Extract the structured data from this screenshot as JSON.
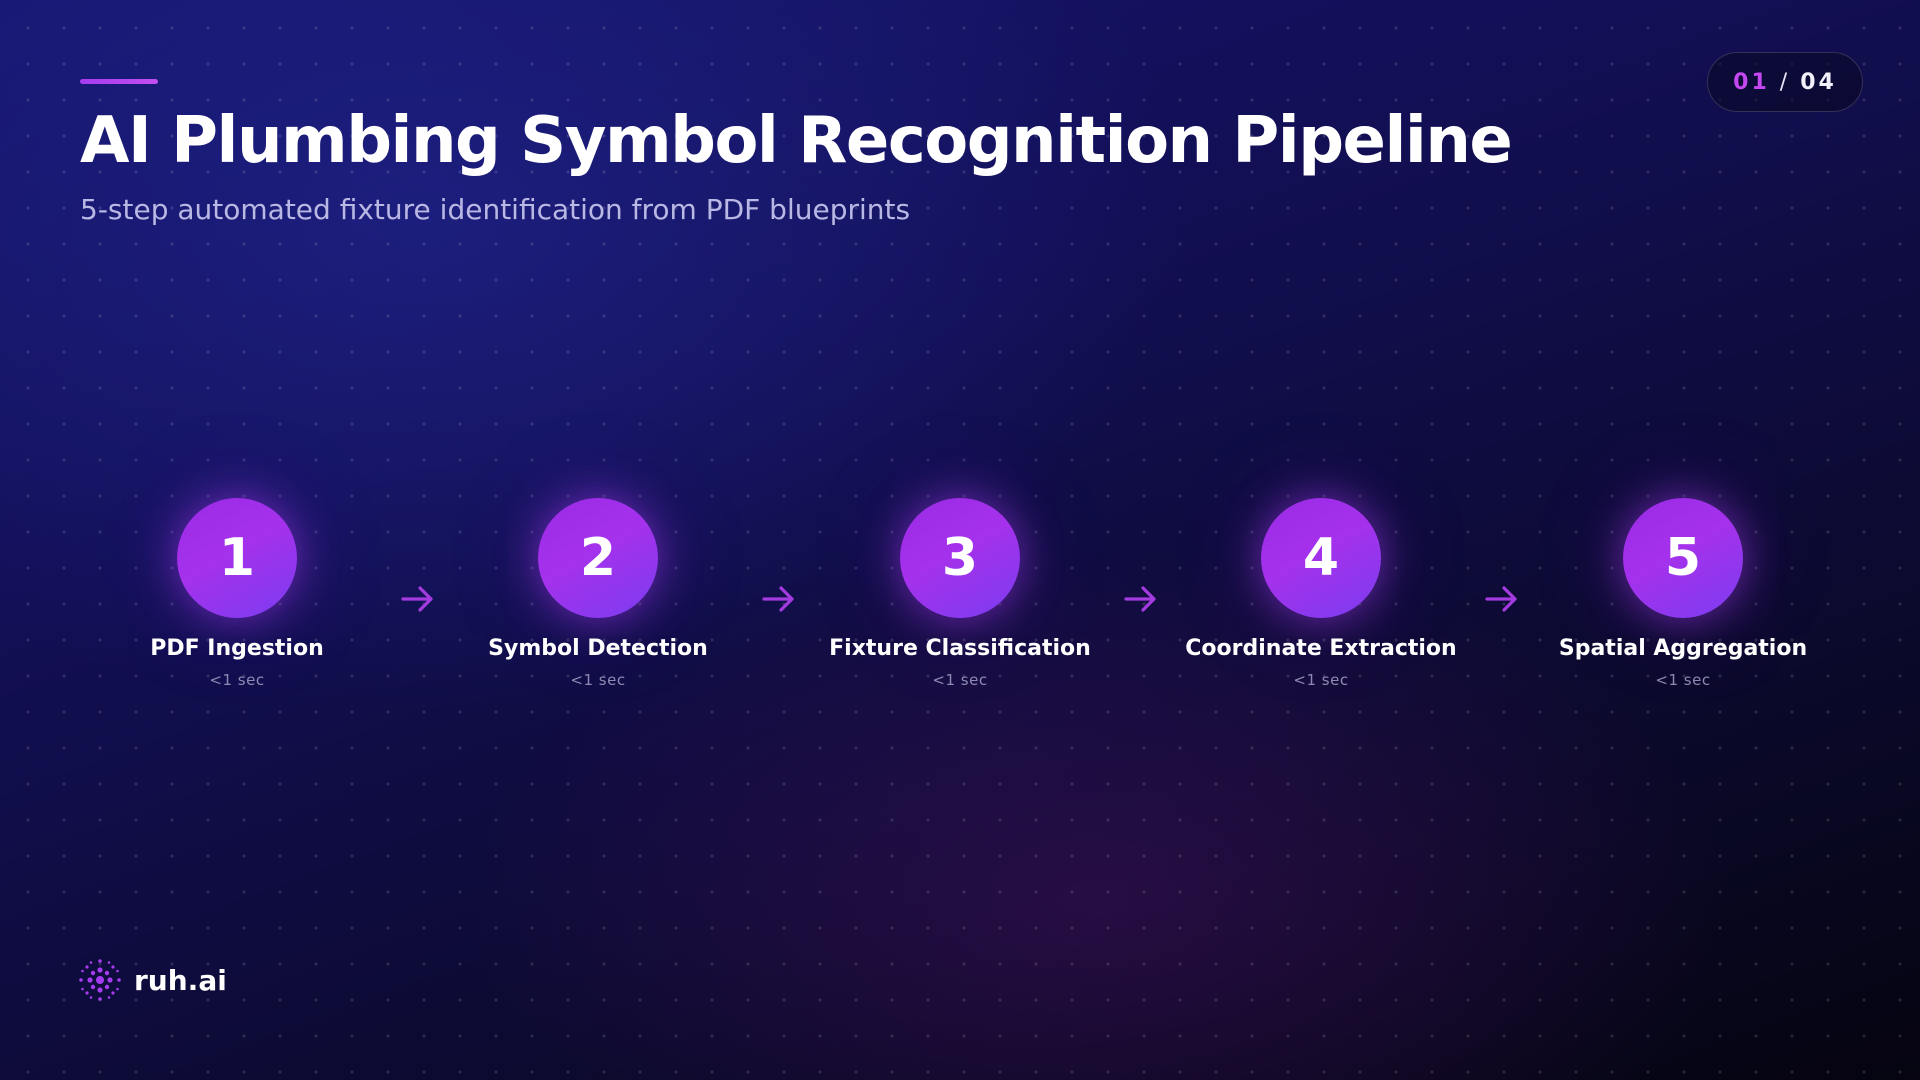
{
  "header": {
    "title": "AI Plumbing Symbol Recognition Pipeline",
    "subtitle": "5-step automated fixture identification from PDF blueprints"
  },
  "pagination": {
    "current": "01",
    "separator": "/",
    "total": "04"
  },
  "pipeline": {
    "steps": [
      {
        "number": "1",
        "label": "PDF Ingestion",
        "time": "<1 sec"
      },
      {
        "number": "2",
        "label": "Symbol Detection",
        "time": "<1 sec"
      },
      {
        "number": "3",
        "label": "Fixture Classification",
        "time": "<1 sec"
      },
      {
        "number": "4",
        "label": "Coordinate Extraction",
        "time": "<1 sec"
      },
      {
        "number": "5",
        "label": "Spatial Aggregation",
        "time": "<1 sec"
      }
    ]
  },
  "branding": {
    "name": "ruh.ai",
    "icon": "ruh-logo-icon"
  },
  "colors": {
    "accent": "#b43ff0",
    "background": "#120f55",
    "step_circle": "#a531ec",
    "arrow": "#a33be0"
  }
}
